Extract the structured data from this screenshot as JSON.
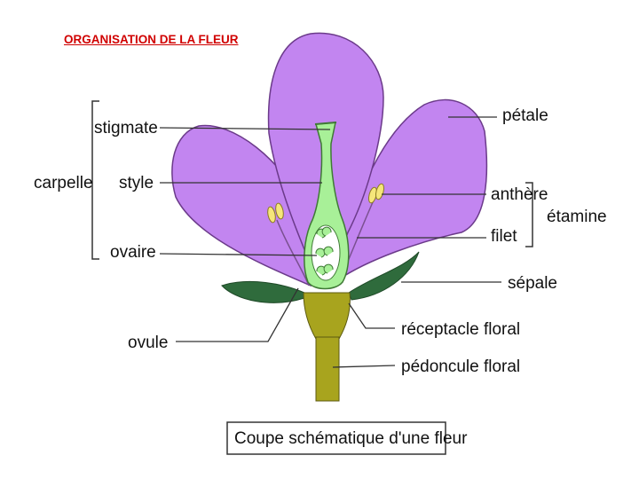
{
  "page": {
    "title": "ORGANISATION DE LA FLEUR"
  },
  "labels": {
    "stigmate": "stigmate",
    "style": "style",
    "ovaire": "ovaire",
    "carpelle": "carpelle",
    "petale": "pétale",
    "anthere": "anthère",
    "filet": "filet",
    "etamine": "étamine",
    "sepale": "sépale",
    "receptacle": "réceptacle floral",
    "pedoncule": "pédoncule floral",
    "ovule": "ovule"
  },
  "caption": "Coupe schématique d'une fleur",
  "colors": {
    "petal": "#c285f0",
    "petal_outline": "#6b3a8a",
    "pistil": "#a8f098",
    "pistil_outline": "#3f7a35",
    "sepal": "#2f6b3c",
    "stem": "#a8a41e",
    "anther": "#f5e67a",
    "title": "#d00000"
  }
}
